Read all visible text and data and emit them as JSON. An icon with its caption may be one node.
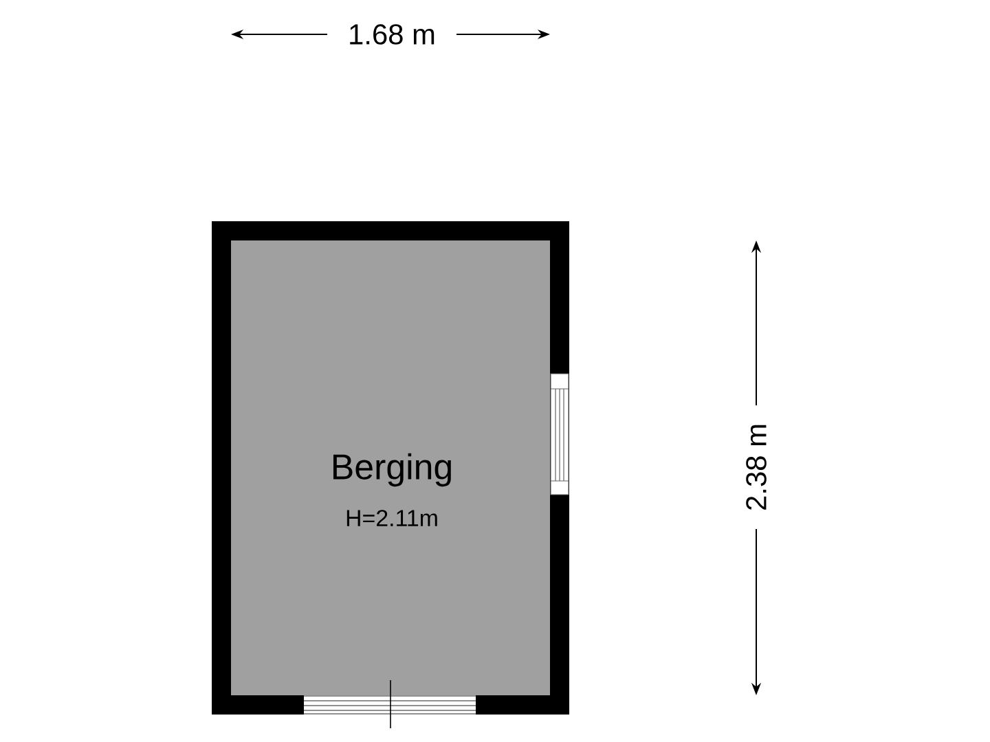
{
  "diagram": {
    "nodes": [
      {
        "text": [
          "Berging",
          "H=2.11m"
        ]
      }
    ],
    "labels": [
      "1.68 m",
      "2.38 m"
    ]
  }
}
